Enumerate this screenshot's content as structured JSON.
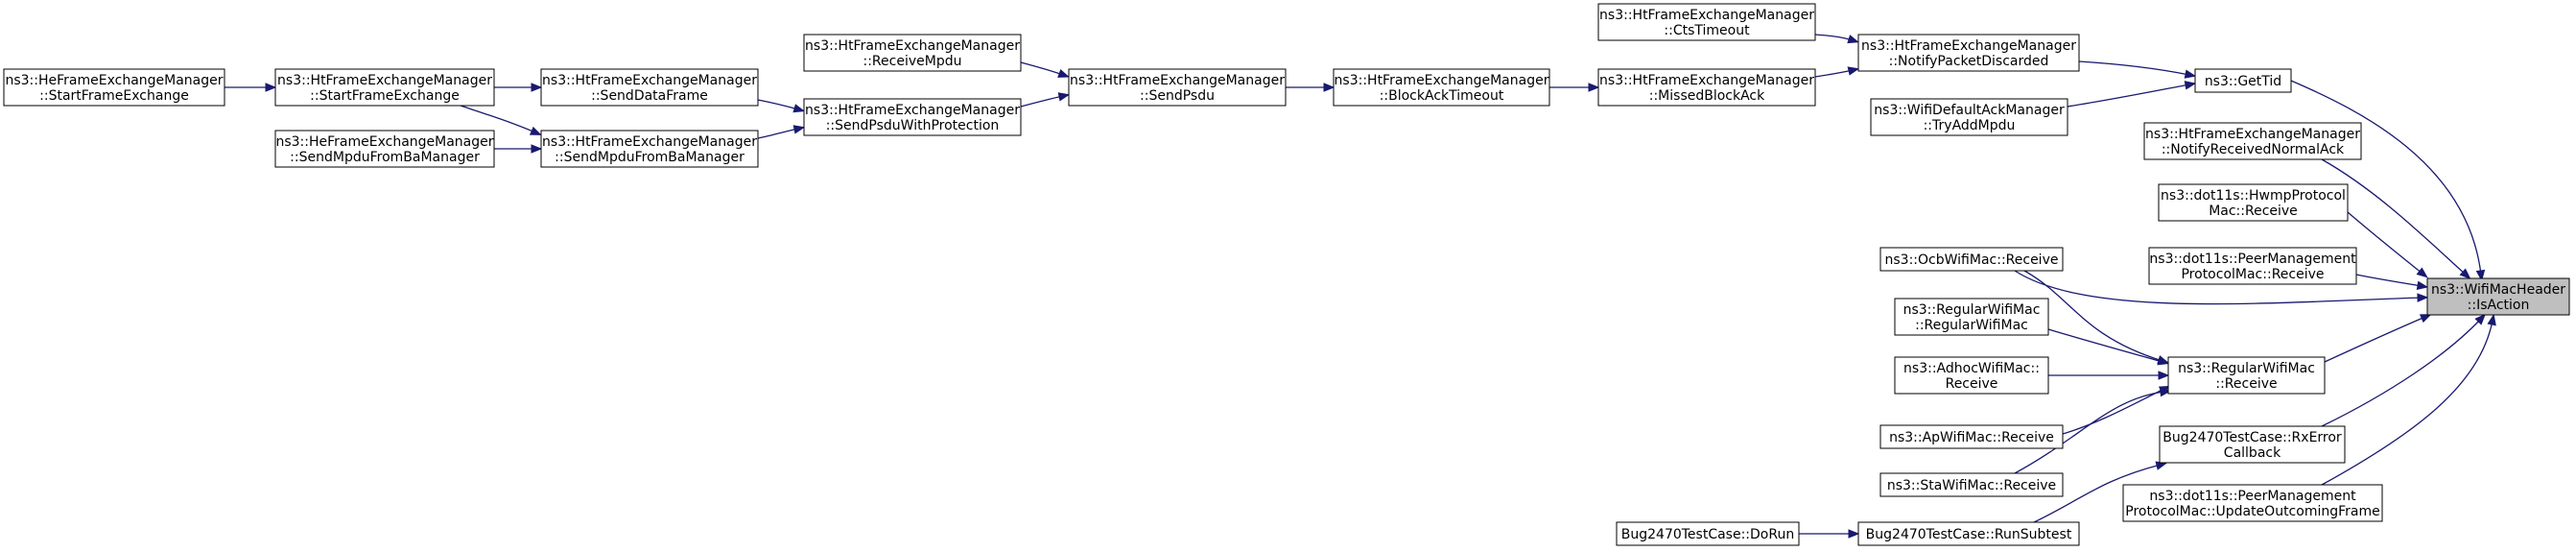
{
  "diagram": {
    "nodes": [
      {
        "id": "target",
        "lines": [
          "ns3::WifiMacHeader",
          "::IsAction"
        ],
        "highlight": true
      },
      {
        "id": "getTid",
        "lines": [
          "ns3::GetTid"
        ]
      },
      {
        "id": "notifyPacketDiscarded",
        "lines": [
          "ns3::HtFrameExchangeManager",
          "::NotifyPacketDiscarded"
        ]
      },
      {
        "id": "ctsTimeout",
        "lines": [
          "ns3::HtFrameExchangeManager",
          "::CtsTimeout"
        ]
      },
      {
        "id": "missedBlockAck",
        "lines": [
          "ns3::HtFrameExchangeManager",
          "::MissedBlockAck"
        ]
      },
      {
        "id": "tryAddMpdu",
        "lines": [
          "ns3::WifiDefaultAckManager",
          "::TryAddMpdu"
        ]
      },
      {
        "id": "blockAckTimeout",
        "lines": [
          "ns3::HtFrameExchangeManager",
          "::BlockAckTimeout"
        ]
      },
      {
        "id": "sendPsdu",
        "lines": [
          "ns3::HtFrameExchangeManager",
          "::SendPsdu"
        ]
      },
      {
        "id": "receiveMpdu",
        "lines": [
          "ns3::HtFrameExchangeManager",
          "::ReceiveMpdu"
        ]
      },
      {
        "id": "sendPsduWithProtection",
        "lines": [
          "ns3::HtFrameExchangeManager",
          "::SendPsduWithProtection"
        ]
      },
      {
        "id": "sendDataFrame",
        "lines": [
          "ns3::HtFrameExchangeManager",
          "::SendDataFrame"
        ]
      },
      {
        "id": "sendMpduFromBaManagerHt",
        "lines": [
          "ns3::HtFrameExchangeManager",
          "::SendMpduFromBaManager"
        ]
      },
      {
        "id": "startFrameExchangeHt",
        "lines": [
          "ns3::HtFrameExchangeManager",
          "::StartFrameExchange"
        ]
      },
      {
        "id": "sendMpduFromBaManagerHe",
        "lines": [
          "ns3::HeFrameExchangeManager",
          "::SendMpduFromBaManager"
        ]
      },
      {
        "id": "startFrameExchangeHe",
        "lines": [
          "ns3::HeFrameExchangeManager",
          "::StartFrameExchange"
        ]
      },
      {
        "id": "notifyReceivedNormalAck",
        "lines": [
          "ns3::HtFrameExchangeManager",
          "::NotifyReceivedNormalAck"
        ]
      },
      {
        "id": "hwmpReceive",
        "lines": [
          "ns3::dot11s::HwmpProtocol",
          "Mac::Receive"
        ]
      },
      {
        "id": "peerMgmtReceive",
        "lines": [
          "ns3::dot11s::PeerManagement",
          "ProtocolMac::Receive"
        ]
      },
      {
        "id": "ocbReceive",
        "lines": [
          "ns3::OcbWifiMac::Receive"
        ]
      },
      {
        "id": "regularReceive",
        "lines": [
          "ns3::RegularWifiMac",
          "::Receive"
        ]
      },
      {
        "id": "regularCtor",
        "lines": [
          "ns3::RegularWifiMac",
          "::RegularWifiMac"
        ]
      },
      {
        "id": "adhocReceive",
        "lines": [
          "ns3::AdhocWifiMac::",
          "Receive"
        ]
      },
      {
        "id": "apReceive",
        "lines": [
          "ns3::ApWifiMac::Receive"
        ]
      },
      {
        "id": "staReceive",
        "lines": [
          "ns3::StaWifiMac::Receive"
        ]
      },
      {
        "id": "rxErrorCallback",
        "lines": [
          "Bug2470TestCase::RxError",
          "Callback"
        ]
      },
      {
        "id": "runSubtest",
        "lines": [
          "Bug2470TestCase::RunSubtest"
        ]
      },
      {
        "id": "doRun",
        "lines": [
          "Bug2470TestCase::DoRun"
        ]
      },
      {
        "id": "updateOutcomingFrame",
        "lines": [
          "ns3::dot11s::PeerManagement",
          "ProtocolMac::UpdateOutcomingFrame"
        ]
      }
    ],
    "edges": [
      {
        "from": "getTid",
        "to": "target"
      },
      {
        "from": "notifyPacketDiscarded",
        "to": "getTid"
      },
      {
        "from": "ctsTimeout",
        "to": "notifyPacketDiscarded"
      },
      {
        "from": "missedBlockAck",
        "to": "notifyPacketDiscarded"
      },
      {
        "from": "tryAddMpdu",
        "to": "getTid"
      },
      {
        "from": "blockAckTimeout",
        "to": "missedBlockAck"
      },
      {
        "from": "sendPsdu",
        "to": "blockAckTimeout"
      },
      {
        "from": "receiveMpdu",
        "to": "sendPsdu"
      },
      {
        "from": "sendPsduWithProtection",
        "to": "sendPsdu"
      },
      {
        "from": "sendDataFrame",
        "to": "sendPsduWithProtection"
      },
      {
        "from": "sendMpduFromBaManagerHt",
        "to": "sendPsduWithProtection"
      },
      {
        "from": "startFrameExchangeHt",
        "to": "sendDataFrame"
      },
      {
        "from": "startFrameExchangeHt",
        "to": "sendMpduFromBaManagerHt"
      },
      {
        "from": "sendMpduFromBaManagerHe",
        "to": "sendMpduFromBaManagerHt"
      },
      {
        "from": "startFrameExchangeHe",
        "to": "startFrameExchangeHt"
      },
      {
        "from": "notifyReceivedNormalAck",
        "to": "target"
      },
      {
        "from": "hwmpReceive",
        "to": "target"
      },
      {
        "from": "peerMgmtReceive",
        "to": "target"
      },
      {
        "from": "ocbReceive",
        "to": "target"
      },
      {
        "from": "regularReceive",
        "to": "target"
      },
      {
        "from": "ocbReceive",
        "to": "regularReceive"
      },
      {
        "from": "regularCtor",
        "to": "regularReceive"
      },
      {
        "from": "adhocReceive",
        "to": "regularReceive"
      },
      {
        "from": "apReceive",
        "to": "regularReceive"
      },
      {
        "from": "staReceive",
        "to": "regularReceive"
      },
      {
        "from": "rxErrorCallback",
        "to": "target"
      },
      {
        "from": "runSubtest",
        "to": "rxErrorCallback"
      },
      {
        "from": "doRun",
        "to": "runSubtest"
      },
      {
        "from": "updateOutcomingFrame",
        "to": "target"
      }
    ]
  }
}
